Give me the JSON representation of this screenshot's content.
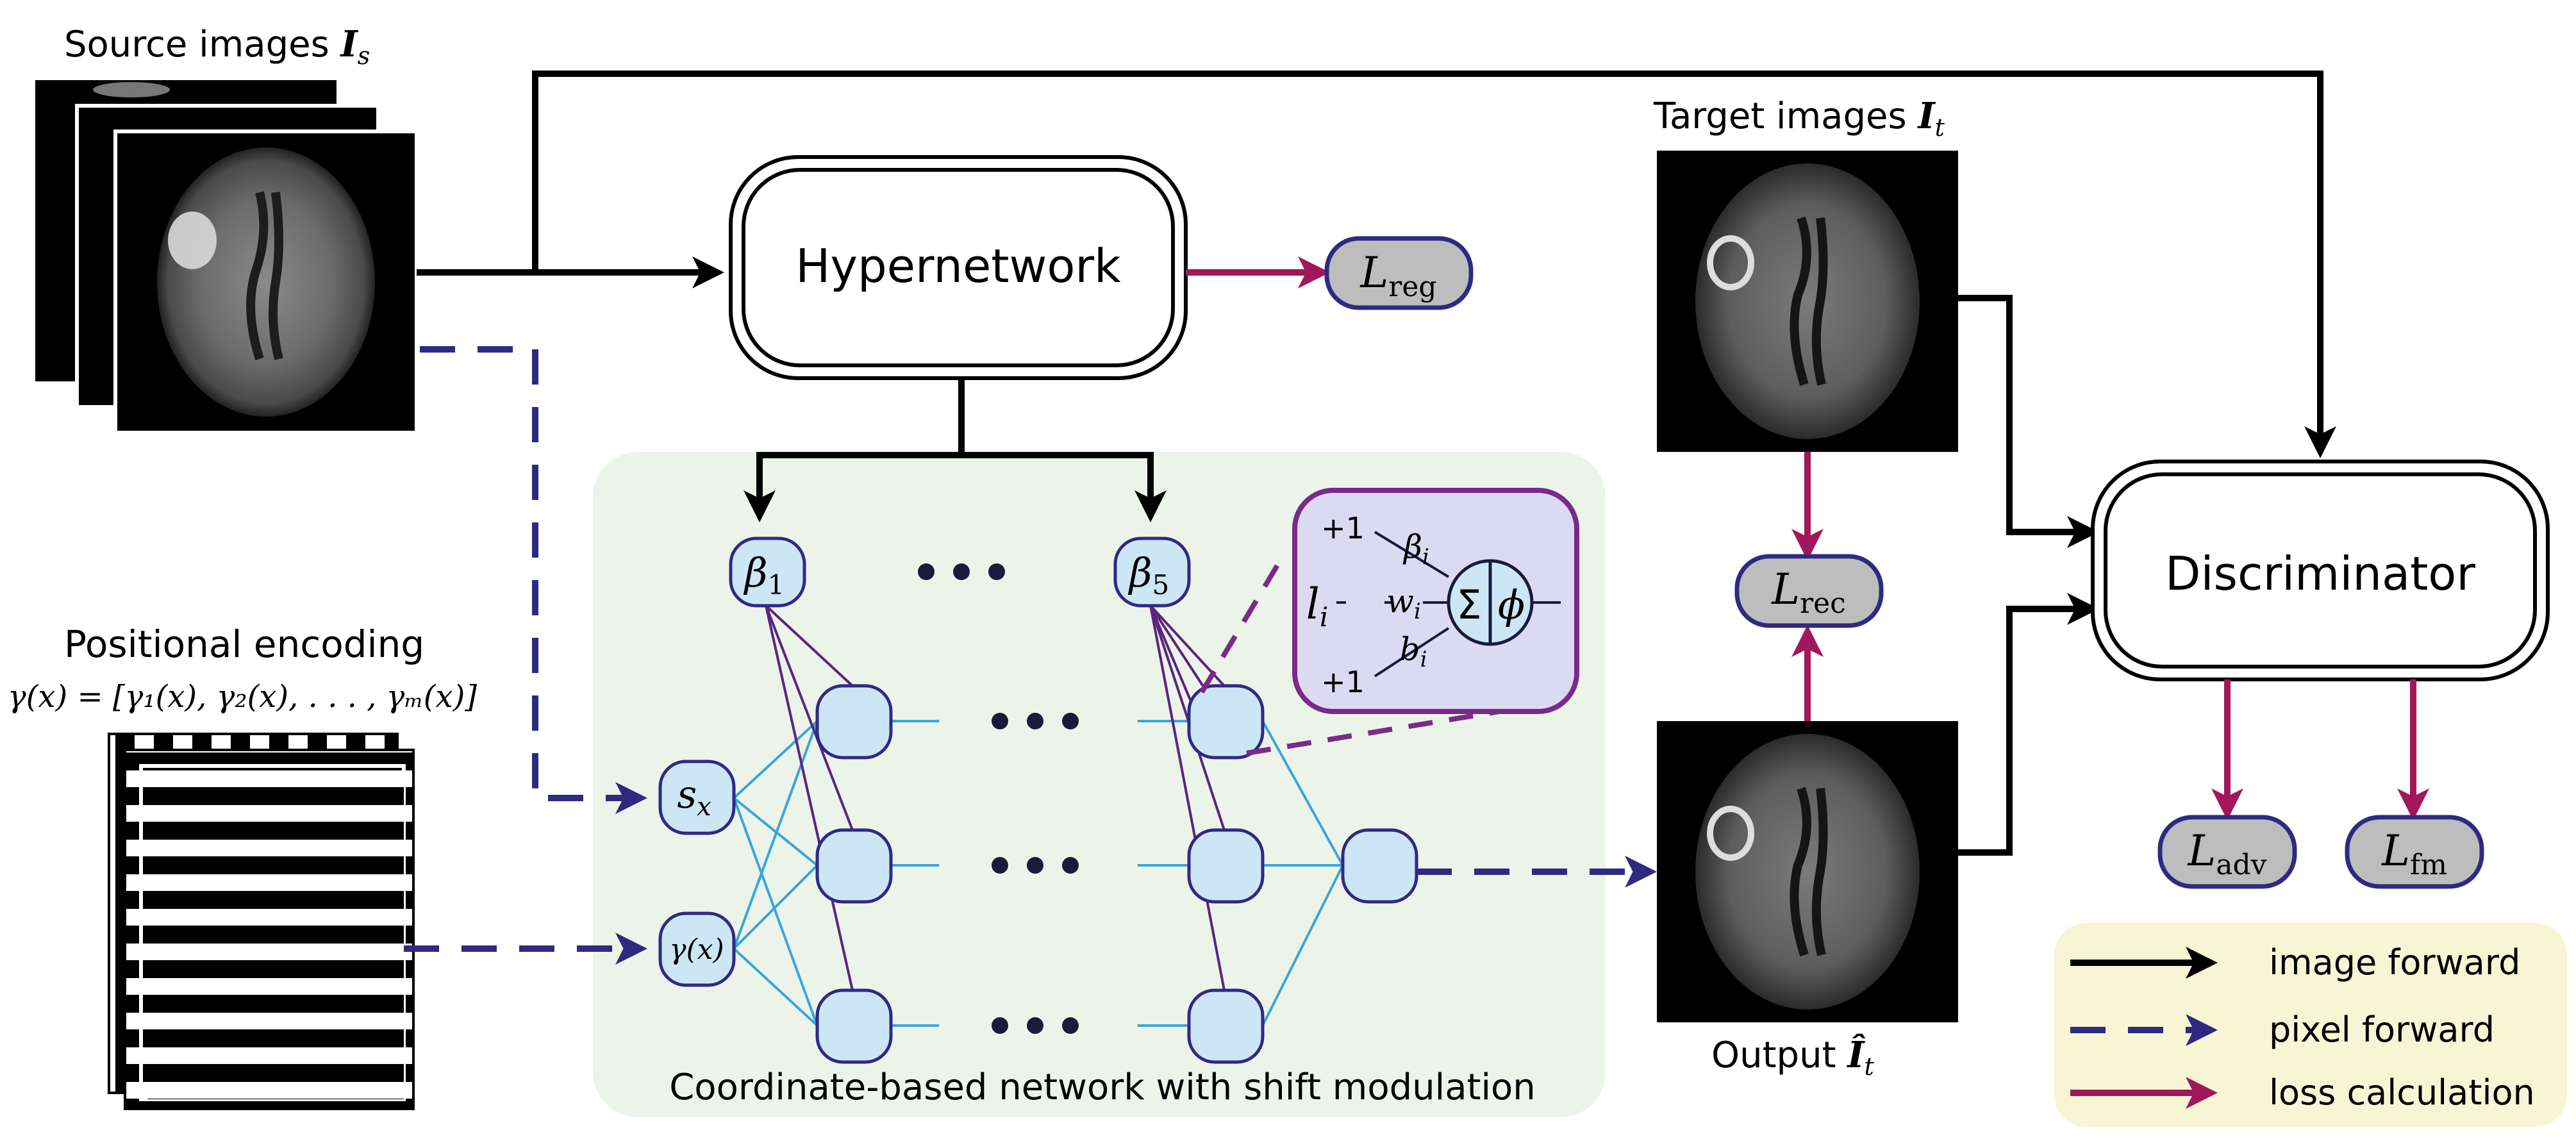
{
  "source": {
    "label": "Source images ",
    "symbol": "I",
    "subscript": "s"
  },
  "target": {
    "label": "Target images ",
    "symbol": "I",
    "subscript": "t"
  },
  "output": {
    "label": "Output ",
    "symbol": "Î",
    "subscript": "t"
  },
  "positional": {
    "title": "Positional encoding",
    "formula": "γ(x) = [γ₁(x), γ₂(x), . . . , γₘ(x)]"
  },
  "hypernetwork": {
    "label": "Hypernetwork"
  },
  "discriminator": {
    "label": "Discriminator"
  },
  "losses": {
    "reg": {
      "main": "L",
      "sub": "reg"
    },
    "rec": {
      "main": "L",
      "sub": "rec"
    },
    "adv": {
      "main": "L",
      "sub": "adv"
    },
    "fm": {
      "main": "L",
      "sub": "fm"
    }
  },
  "network": {
    "caption": "Coordinate-based network with shift modulation",
    "beta_first": {
      "main": "β",
      "sub": "1"
    },
    "beta_last": {
      "main": "β",
      "sub": "5"
    },
    "input_sx": {
      "main": "s",
      "sub": "x"
    },
    "input_gamma": "γ(x)"
  },
  "neuron_detail": {
    "plus_top": "+1",
    "plus_bottom": "+1",
    "beta_i": {
      "main": "β",
      "sub": "i"
    },
    "w_i": {
      "main": "w",
      "sub": "i"
    },
    "b_i": {
      "main": "b",
      "sub": "i"
    },
    "l_i": {
      "main": "l",
      "sub": "i"
    },
    "sum": "Σ",
    "phi": "ϕ"
  },
  "legend": {
    "items": [
      {
        "label": "image forward",
        "style": "solid",
        "color": "#000000"
      },
      {
        "label": "pixel forward",
        "style": "dashed",
        "color": "#2e2a82"
      },
      {
        "label": "loss calculation",
        "style": "solid",
        "color": "#a0185a"
      }
    ]
  },
  "colors": {
    "image_forward": "#000000",
    "pixel_forward": "#2e2a82",
    "loss": "#a0185a",
    "network_bg": "#ecf4ea",
    "node_fill": "#cde6f6",
    "node_stroke": "#2e2a82",
    "loss_fill": "#bdbdbd",
    "legend_bg": "#f8f5d4",
    "cyan_edge": "#3aa6db",
    "purple_edge": "#5a2580",
    "detail_stroke": "#7a2a88",
    "detail_fill": "#dcdaf3"
  }
}
